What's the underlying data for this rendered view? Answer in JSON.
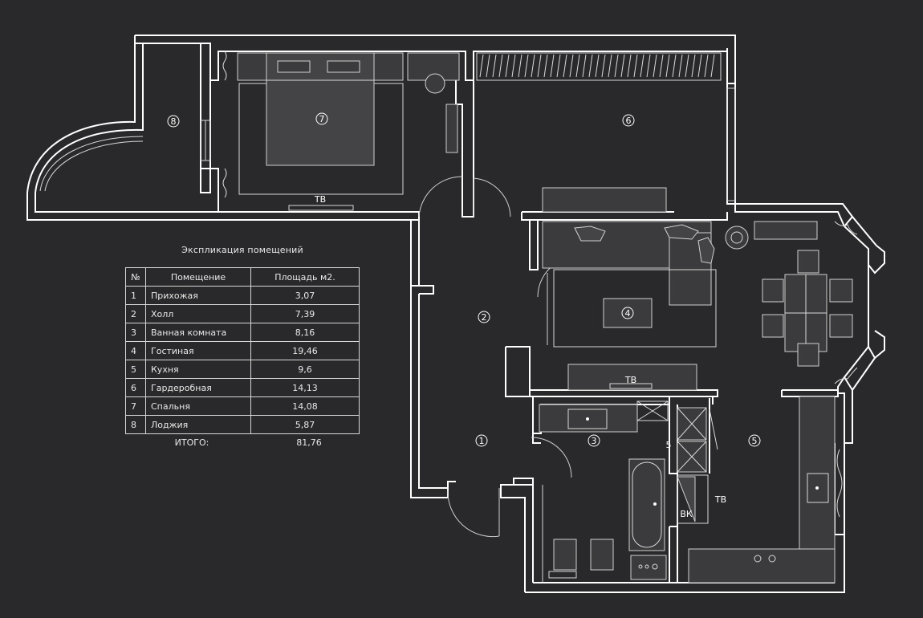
{
  "explication": {
    "title": "Экспликация помещений",
    "headers": [
      "№",
      "Помещение",
      "Площадь м2."
    ],
    "rows": [
      {
        "no": "1",
        "room": "Прихожая",
        "area": "3,07"
      },
      {
        "no": "2",
        "room": "Холл",
        "area": "7,39"
      },
      {
        "no": "3",
        "room": "Ванная комната",
        "area": "8,16"
      },
      {
        "no": "4",
        "room": "Гостиная",
        "area": "19,46"
      },
      {
        "no": "5",
        "room": "Кухня",
        "area": "9,6"
      },
      {
        "no": "6",
        "room": "Гардеробная",
        "area": "14,13"
      },
      {
        "no": "7",
        "room": "Спальня",
        "area": "14,08"
      },
      {
        "no": "8",
        "room": "Лоджия",
        "area": "5,87"
      }
    ],
    "total_label": "ИТОГО:",
    "total_value": "81,76"
  },
  "plan": {
    "room_markers": [
      "8",
      "7",
      "6",
      "2",
      "4",
      "1",
      "3",
      "5"
    ],
    "labels": {
      "tv_bedroom": "ТВ",
      "tv_living": "ТВ",
      "tv_kitchen": "ТВ",
      "vk": "ВК",
      "shaft_mark": "5"
    }
  },
  "colors": {
    "background": "#29292b",
    "lines": "#ffffff",
    "furniture": "#3b3b3d"
  }
}
